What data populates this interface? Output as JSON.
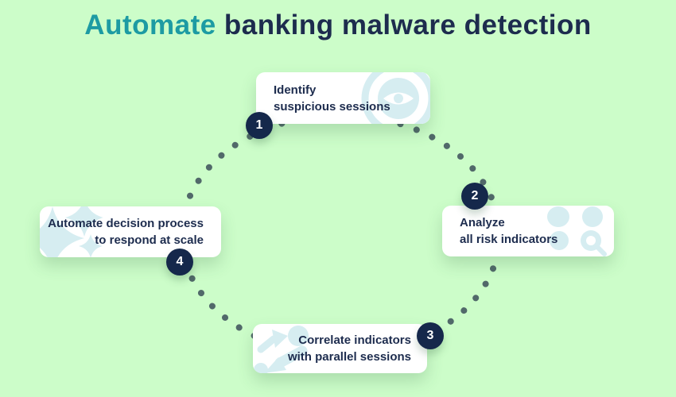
{
  "title": {
    "highlight": "Automate",
    "rest": " banking malware detection"
  },
  "steps": [
    {
      "number": "1",
      "line1": "Identify",
      "line2": "suspicious sessions",
      "icon": "eye-icon"
    },
    {
      "number": "2",
      "line1": "Analyze",
      "line2": "all risk indicators",
      "icon": "risk-indicators-icon"
    },
    {
      "number": "3",
      "line1": "Correlate indicators",
      "line2": "with parallel sessions",
      "icon": "shuffle-arrows-icon"
    },
    {
      "number": "4",
      "line1": "Automate decision process",
      "line2": "to respond at scale",
      "icon": "sparkles-icon"
    }
  ],
  "colors": {
    "background": "#ccfdc9",
    "accent": "#1d9ba3",
    "heading": "#1d2c4e",
    "badge": "#15284b",
    "dot": "#51696a",
    "icon": "#d6edf1",
    "card": "#ffffff"
  }
}
